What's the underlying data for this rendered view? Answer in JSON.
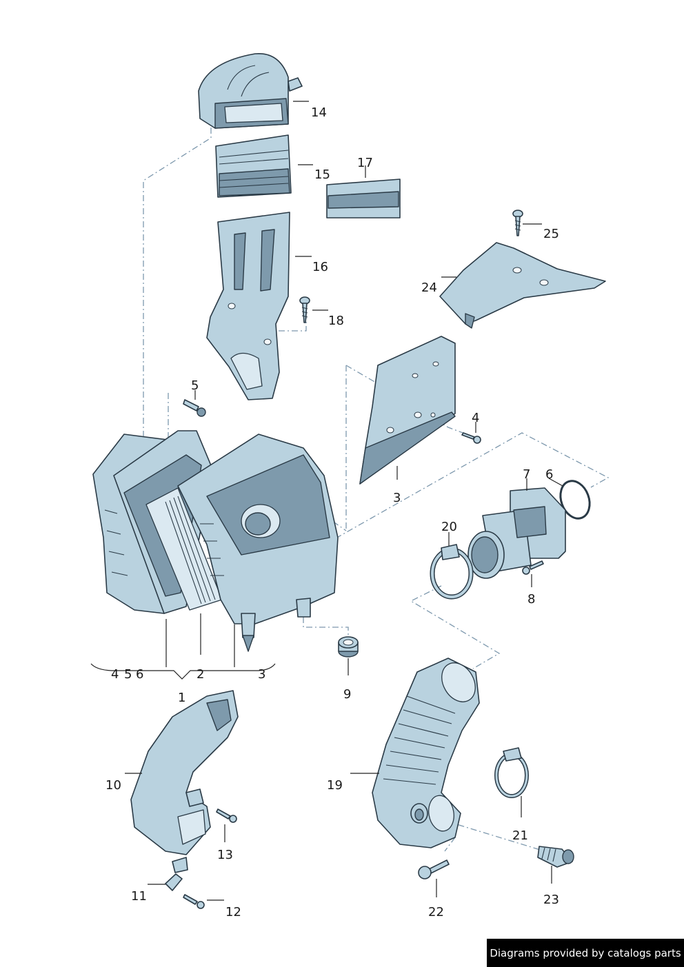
{
  "labels": {
    "l1": "1",
    "l2": "2",
    "l3": "3",
    "l3b": "3",
    "l4": "4",
    "l4b": "4",
    "l5": "5",
    "l5b": "5",
    "l6": "6",
    "l6b": "6",
    "l7": "7",
    "l8": "8",
    "l9": "9",
    "l10": "10",
    "l11": "11",
    "l12": "12",
    "l13": "13",
    "l14": "14",
    "l15": "15",
    "l16": "16",
    "l17": "17",
    "l18": "18",
    "l19": "19",
    "l20": "20",
    "l21": "21",
    "l22": "22",
    "l23": "23",
    "l24": "24",
    "l25": "25"
  },
  "footer": {
    "credit": "Diagrams provided by catalogs parts"
  },
  "colors": {
    "part_fill": "#b9d2df",
    "outline": "#2a3a46",
    "dash_line": "#7d98ad"
  }
}
